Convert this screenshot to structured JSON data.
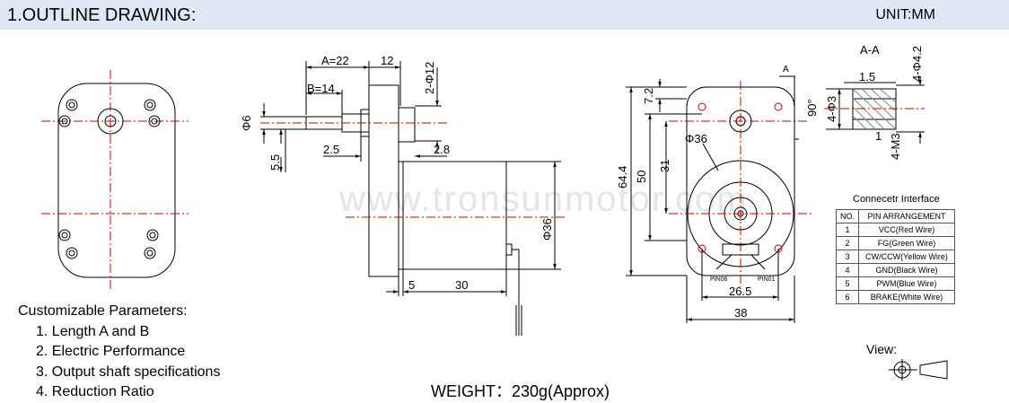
{
  "header": {
    "title": "1.OUTLINE DRAWING:",
    "unit": "UNIT:MM"
  },
  "side_view": {
    "dims": {
      "a": "A=22",
      "shaft_ext": "12",
      "b": "B=14",
      "holes": "2-Φ12",
      "shaft_dia": "Φ6",
      "offset": "5.5",
      "d1": "2.5",
      "d2": "2.8",
      "body_dia": "Φ36",
      "d3": "5",
      "body_len": "30"
    }
  },
  "front_view": {
    "dims": {
      "top": "7.2",
      "overall_h": "64.4",
      "h50": "50",
      "h31": "31",
      "motor_dia": "Φ36",
      "w26": "26.5",
      "w38": "38",
      "section_marker": "A",
      "pin_left": "PIN06",
      "pin_right": "PIN01"
    }
  },
  "section": {
    "title": "A-A",
    "holes_top": "4-Φ4.2",
    "d15": "1.5",
    "angle": "90°",
    "holes_left": "4-Φ3",
    "d1": "1",
    "m3": "4-M3"
  },
  "connector": {
    "title": "Connecetr Interface",
    "headers": [
      "NO.",
      "PIN ARRANGEMENT"
    ],
    "rows": [
      [
        "1",
        "VCC(Red Wire)"
      ],
      [
        "2",
        "FG(Green Wire)"
      ],
      [
        "3",
        "CW/CCW(Yellow Wire)"
      ],
      [
        "4",
        "GND(Black Wire)"
      ],
      [
        "5",
        "PWM(Blue Wire)"
      ],
      [
        "6",
        "BRAKE(White Wire)"
      ]
    ]
  },
  "params": {
    "title": "Customizable Parameters:",
    "items": [
      "1. Length A and B",
      "2. Electric Performance",
      "3. Output shaft specifications",
      "4. Reduction Ratio"
    ]
  },
  "weight": "WEIGHT：230g(Approx)",
  "watermark": "www.tronsunmotor.com",
  "view_label": "View:"
}
